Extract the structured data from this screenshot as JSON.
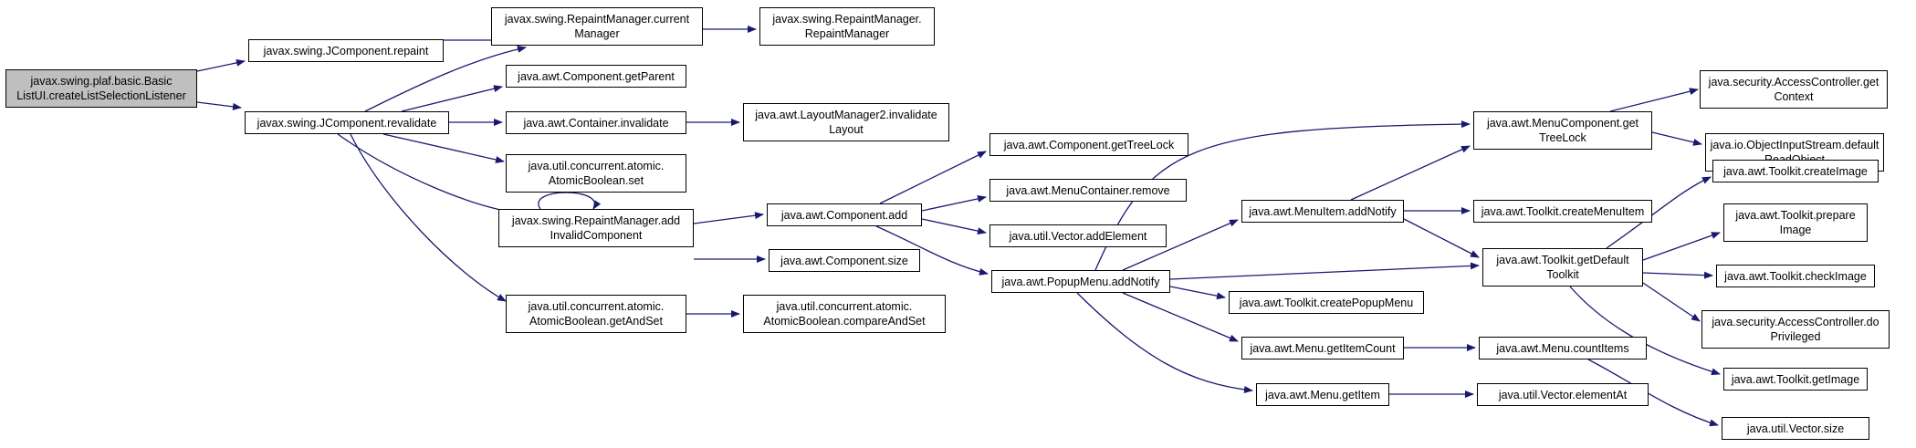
{
  "colors": {
    "edge": "#191970",
    "root_fill": "#bfbfbf",
    "node_fill": "#ffffff",
    "border": "#000000"
  },
  "nodes": {
    "root": "javax.swing.plaf.basic.Basic\nListUI.createListSelectionListener",
    "jc_repaint": "javax.swing.JComponent.repaint",
    "jc_revalidate": "javax.swing.JComponent.revalidate",
    "rm_current": "javax.swing.RepaintManager.current\nManager",
    "rm_ctor": "javax.swing.RepaintManager.\nRepaintManager",
    "comp_getparent": "java.awt.Component.getParent",
    "cont_invalidate": "java.awt.Container.invalidate",
    "lm2_invalidate": "java.awt.LayoutManager2.invalidate\nLayout",
    "ab_set": "java.util.concurrent.atomic.\nAtomicBoolean.set",
    "rm_addinvalid": "javax.swing.RepaintManager.add\nInvalidComponent",
    "ab_getandset": "java.util.concurrent.atomic.\nAtomicBoolean.getAndSet",
    "ab_cas": "java.util.concurrent.atomic.\nAtomicBoolean.compareAndSet",
    "comp_add": "java.awt.Component.add",
    "comp_size": "java.awt.Component.size",
    "comp_gettreelock": "java.awt.Component.getTreeLock",
    "mc_remove": "java.awt.MenuContainer.remove",
    "vec_addelement": "java.util.Vector.addElement",
    "popup_addnotify": "java.awt.PopupMenu.addNotify",
    "menuitem_addnotify": "java.awt.MenuItem.addNotify",
    "tk_createpopupmenu": "java.awt.Toolkit.createPopupMenu",
    "menu_getitemcount": "java.awt.Menu.getItemCount",
    "menu_getitem": "java.awt.Menu.getItem",
    "menucomp_gettreelock": "java.awt.MenuComponent.get\nTreeLock",
    "tk_createmenuitem": "java.awt.Toolkit.createMenuItem",
    "tk_getdefault": "java.awt.Toolkit.getDefault\nToolkit",
    "menu_countitems": "java.awt.Menu.countItems",
    "vec_elementat": "java.util.Vector.elementAt",
    "acc_getcontext": "java.security.AccessController.get\nContext",
    "ois_defaultread": "java.io.ObjectInputStream.default\nReadObject",
    "tk_createimage": "java.awt.Toolkit.createImage",
    "tk_prepareimage": "java.awt.Toolkit.prepare\nImage",
    "tk_checkimage": "java.awt.Toolkit.checkImage",
    "acc_doprivileged": "java.security.AccessController.do\nPrivileged",
    "tk_getimage": "java.awt.Toolkit.getImage",
    "vec_size": "java.util.Vector.size"
  }
}
